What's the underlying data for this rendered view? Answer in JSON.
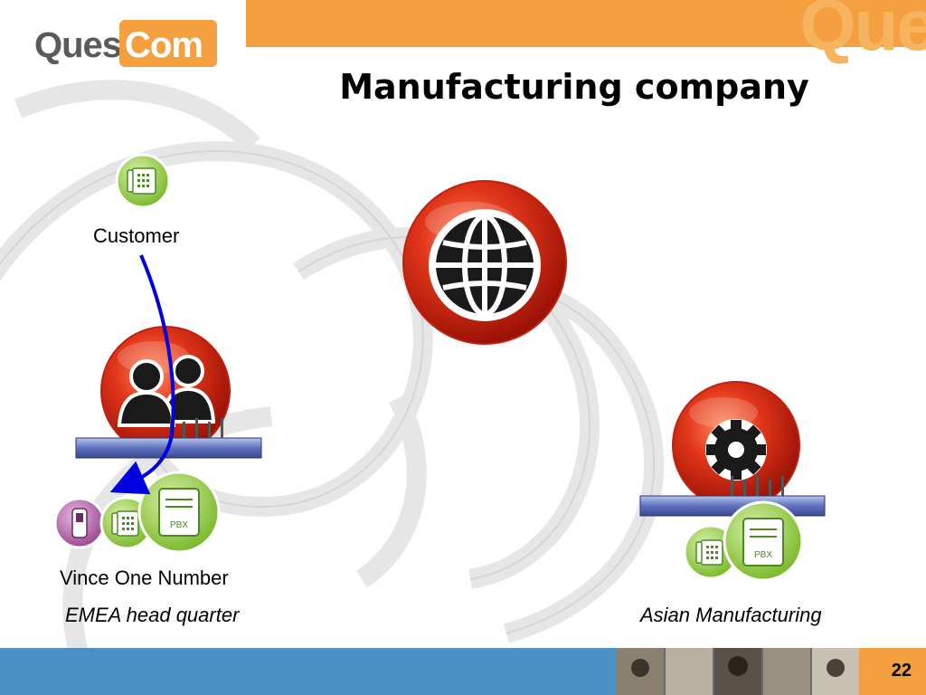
{
  "header": {
    "logo_text_left": "Ques",
    "logo_text_right": "Com",
    "watermark": "Que",
    "title": "Manufacturing company"
  },
  "nodes": {
    "customer": {
      "label": "Customer",
      "icon": "desk-phone-icon"
    },
    "internet": {
      "icon": "globe-icon"
    },
    "emea_gateway": {
      "icon": "users-icon"
    },
    "asia_gateway": {
      "icon": "gear-icon"
    },
    "emea": {
      "user_label": "Vince One Number",
      "site_label": "EMEA head quarter",
      "pbx_label": "PBX"
    },
    "asia": {
      "site_label": "Asian Manufacturing",
      "pbx_label": "PBX"
    }
  },
  "footer": {
    "page_number": "22"
  },
  "colors": {
    "orange": "#f5a040",
    "blue_bar": "#4a90c2",
    "red_sphere": "#d32a10",
    "green_icon": "#8cc63f",
    "purple_icon": "#a0509a",
    "arrow": "#0000e0"
  }
}
